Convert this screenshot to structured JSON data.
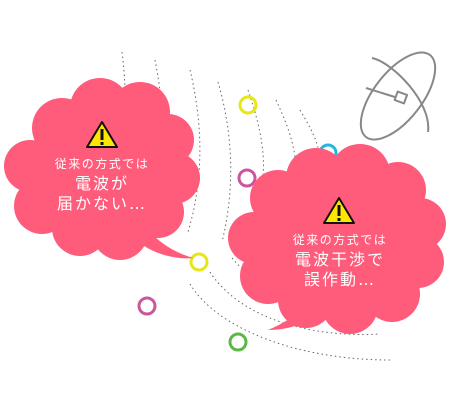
{
  "bubble_left": {
    "lead": "従来の方式では",
    "line1": "電波が",
    "line2": "届かない…"
  },
  "bubble_right": {
    "lead": "従来の方式では",
    "line1": "電波干渉で",
    "line2": "誤作動…"
  },
  "icons": {
    "warning": "warning-icon",
    "antenna": "satellite-dish-icon"
  },
  "colors": {
    "bubble": "#ff5b7b",
    "ring_yellow": "#e6e619",
    "ring_cyan": "#29b4d8",
    "ring_magenta": "#c9579e",
    "ring_green": "#5cb845",
    "wave_lines": "#666666",
    "dish": "#888888"
  }
}
